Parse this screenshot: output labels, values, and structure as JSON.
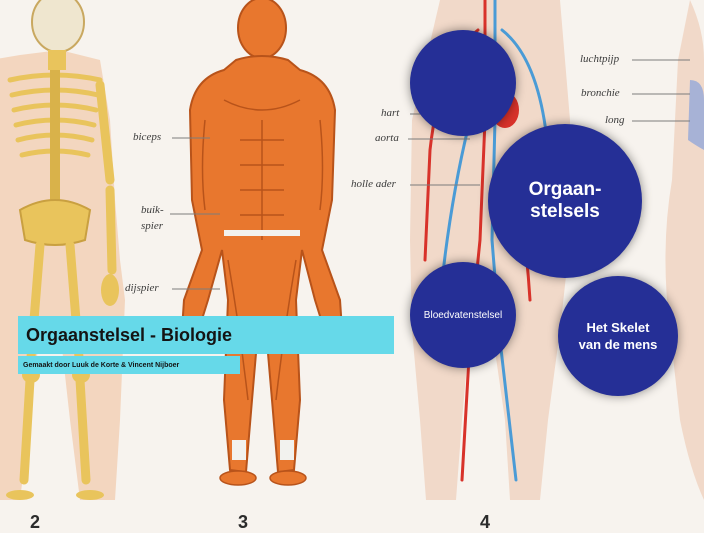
{
  "presentation": {
    "title": "Orgaanstelsel - Biologie",
    "subtitle": "Gemaakt door Luuk de Korte & Vincent Nijboer"
  },
  "topics": {
    "center": "Orgaan-\nstelsels",
    "blood": "Bloedvatenstelsel",
    "skeleton": "Het Skelet\nvan de mens",
    "empty": ""
  },
  "labels": {
    "biceps": "biceps",
    "buikspier": "buik-\nspier",
    "dijspier": "dijspier",
    "hart": "hart",
    "aorta": "aorta",
    "holle_ader": "holle ader",
    "luchtpijp": "luchtpijp",
    "bronchie": "bronchie",
    "long": "long"
  },
  "figure_numbers": {
    "skeleton": "2",
    "muscles": "3",
    "circulation": "4"
  },
  "colors": {
    "accent_bar": "#66d9e9",
    "circle": "#252f96",
    "muscle": "#e8772e",
    "bone": "#e9c45c",
    "artery": "#d8322a",
    "vein": "#4a9bd6",
    "lung": "#a7b2d6"
  }
}
